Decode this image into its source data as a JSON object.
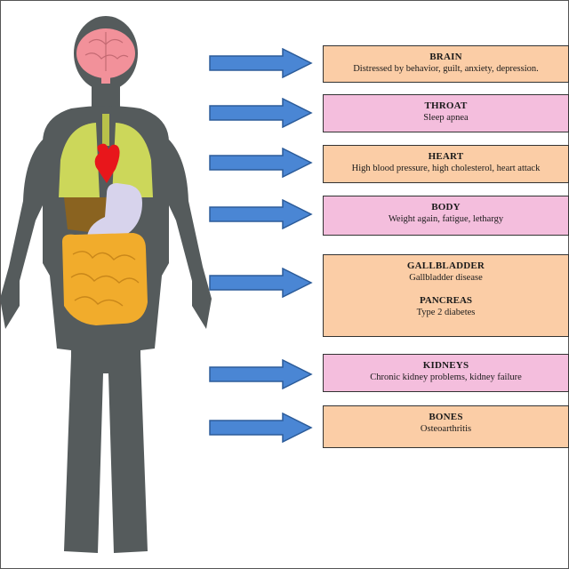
{
  "colors": {
    "body": "#555b5c",
    "brain": "#f2919a",
    "lungs": "#ccd75a",
    "heart": "#e8161b",
    "liver": "#8a6320",
    "stomach": "#d7d3ec",
    "intestine": "#f1ac2c",
    "arrow": "#4a86d4",
    "arrow_border": "#2c5c9a",
    "box_orange": "#fbcda6",
    "box_pink": "#f4bedd"
  },
  "organs": [
    {
      "title": "BRAIN",
      "description": "Distressed by behavior, guilt, anxiety, depression."
    },
    {
      "title": "THROAT",
      "description": "Sleep apnea"
    },
    {
      "title": "HEART",
      "description": "High blood pressure, high cholesterol, heart attack"
    },
    {
      "title": "BODY",
      "description": "Weight again, fatigue, lethargy"
    },
    {
      "title": "GALLBLADDER",
      "description": "Gallbladder disease",
      "title2": "PANCREAS",
      "description2": "Type 2 diabetes"
    },
    {
      "title": "KIDNEYS",
      "description": "Chronic kidney problems,  kidney failure"
    },
    {
      "title": "BONES",
      "description": "Osteoarthritis"
    }
  ]
}
